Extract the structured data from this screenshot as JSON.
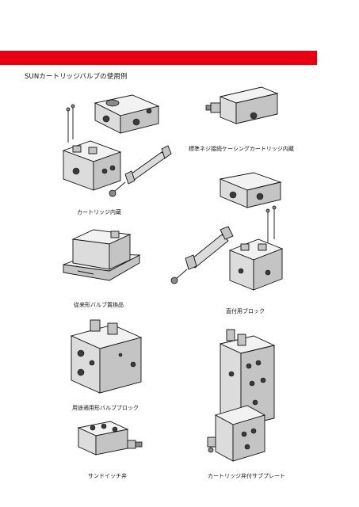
{
  "heading": "SUNカートリッジバルブの使用例",
  "captions": {
    "cartridge_builtin": "カートリッジ内蔵",
    "standard_thread": "標準ネジ接続ケーシングカートリッジ内蔵",
    "conventional_replacement": "従来形バルブ置換品",
    "direct_block": "直付用ブロック",
    "application_block": "用途適用形バルブブロック",
    "sandwich_valve": "サンドイッチ弁",
    "subplate": "カートリッジ弁付サブプレート"
  },
  "colors": {
    "accent_bar": "#e60012"
  }
}
